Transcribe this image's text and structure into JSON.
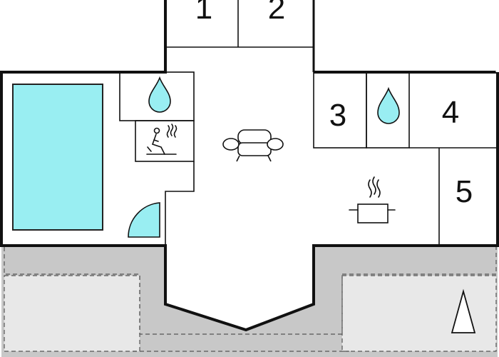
{
  "rooms": {
    "r1": "1",
    "r2": "2",
    "r3": "3",
    "r4": "4",
    "r5": "5"
  },
  "icons": {
    "pool": "pool",
    "bathroom_left": "water-drop-icon",
    "bathroom_right": "water-drop-icon",
    "sauna": "sauna-icon",
    "living": "sofa-icon",
    "kitchen": "cooking-pot-icon",
    "door": "door-swing-icon",
    "north": "north-arrow-icon"
  },
  "colors": {
    "pool": "#99eef2",
    "water": "#99eef2",
    "terrace_outer": "#c8c8c8",
    "terrace_inner": "#e8e8e8",
    "walls": "#111111"
  }
}
